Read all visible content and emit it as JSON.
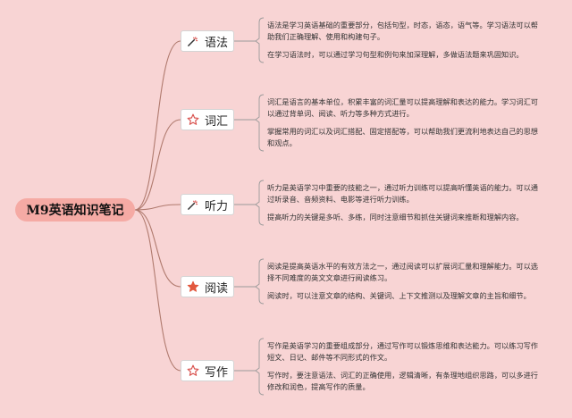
{
  "root": {
    "title": "M9英语知识笔记"
  },
  "branches": [
    {
      "label": "语法",
      "icon": "magic-wand-icon",
      "paragraphs": [
        "语法是学习英语基础的重要部分，包括句型，时态，语态，语气等。学习语法可以帮助我们正确理解、使用和构建句子。",
        "在学习语法时，可以通过学习句型和例句来加深理解，多做语法题来巩固知识。"
      ]
    },
    {
      "label": "词汇",
      "icon": "star-outline-icon",
      "paragraphs": [
        "词汇是语言的基本单位，积累丰富的词汇量可以提高理解和表达的能力。学习词汇可以通过背单词、阅读、听力等多种方式进行。",
        "掌握常用的词汇以及词汇搭配、固定搭配等，可以帮助我们更流利地表达自己的思想和观点。"
      ]
    },
    {
      "label": "听力",
      "icon": "magic-wand-icon",
      "paragraphs": [
        "听力是英语学习中重要的技能之一，通过听力训练可以提高听懂英语的能力。可以通过听录音、音频资料、电影等进行听力训练。",
        "提高听力的关键是多听、多练，同时注意细节和抓住关键词来推断和理解内容。"
      ]
    },
    {
      "label": "阅读",
      "icon": "star-filled-icon",
      "paragraphs": [
        "阅读是提高英语水平的有效方法之一，通过阅读可以扩展词汇量和理解能力。可以选择不同难度的英文文章进行阅读练习。",
        "阅读时，可以注意文章的结构、关键词、上下文推测以及理解文章的主旨和细节。"
      ]
    },
    {
      "label": "写作",
      "icon": "star-outline-icon",
      "paragraphs": [
        "写作是英语学习的重要组成部分，通过写作可以锻炼思维和表达能力。可以练习写作短文、日记、邮件等不同形式的作文。",
        "写作时，要注意语法、词汇的正确使用，逻辑清晰，有条理地组织思路，可以多进行修改和润色，提高写作的质量。"
      ]
    }
  ],
  "colors": {
    "background": "#f8d4d4",
    "root_fill": "#f5aaa4",
    "connector": "#b07a6e",
    "bracket": "#9a9a9a",
    "icon_red": "#d9534f"
  }
}
